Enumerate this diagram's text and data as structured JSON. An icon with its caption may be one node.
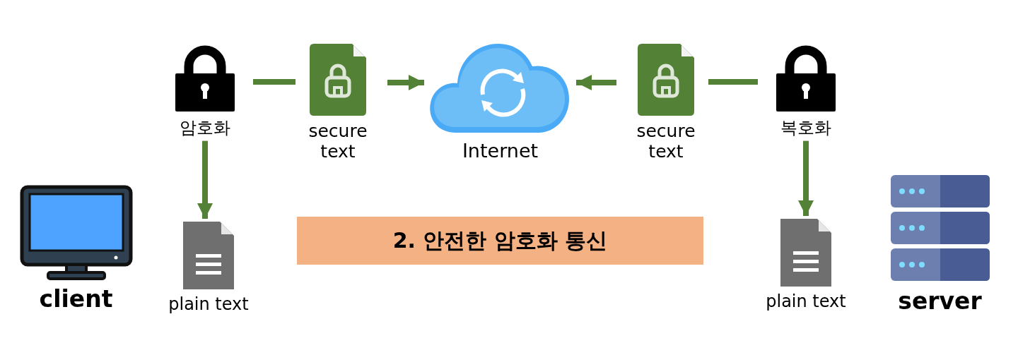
{
  "diagram": {
    "nodes": [
      {
        "text": [
          "client"
        ]
      },
      {
        "text": [
          "암호화"
        ]
      },
      {
        "text": [
          "secure text"
        ]
      },
      {
        "text": [
          "Internet"
        ]
      },
      {
        "text": [
          "secure text"
        ]
      },
      {
        "text": [
          "복호화"
        ]
      },
      {
        "text": [
          "plain text"
        ]
      },
      {
        "text": [
          "plain text"
        ]
      },
      {
        "text": [
          "server"
        ]
      },
      {
        "text": [
          "2. 안전한 암호화 통신"
        ]
      }
    ],
    "edges": [
      {
        "from": 1,
        "to": 2,
        "arrow": "none"
      },
      {
        "from": 2,
        "to": 3,
        "arrow": "to"
      },
      {
        "from": 4,
        "to": 3,
        "arrow": "to"
      },
      {
        "from": 5,
        "to": 4,
        "arrow": "none"
      },
      {
        "from": 1,
        "to": 6,
        "arrow": "to"
      },
      {
        "from": 5,
        "to": 7,
        "arrow": "to"
      }
    ]
  }
}
